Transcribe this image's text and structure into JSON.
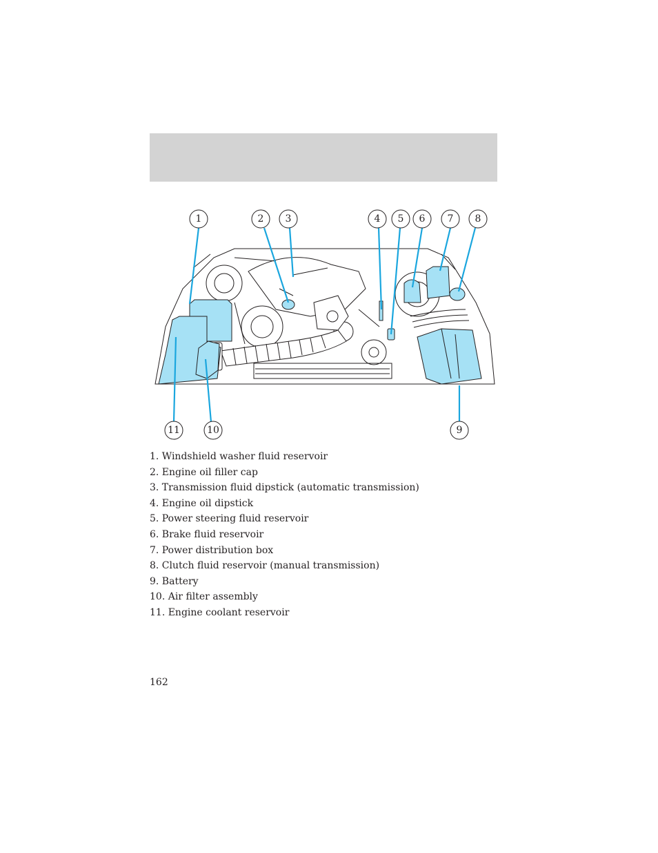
{
  "figure": {
    "callouts": [
      "1",
      "2",
      "3",
      "4",
      "5",
      "6",
      "7",
      "8",
      "9",
      "10",
      "11"
    ],
    "highlight_color": "#a6e1f5",
    "leader_color": "#1aa6de"
  },
  "legend": {
    "items": [
      "1. Windshield washer fluid reservoir",
      "2. Engine oil filler cap",
      "3. Transmission fluid dipstick (automatic transmission)",
      "4. Engine oil dipstick",
      "5. Power steering fluid reservoir",
      "6. Brake fluid reservoir",
      "7. Power distribution box",
      "8. Clutch fluid reservoir (manual transmission)",
      "9. Battery",
      "10. Air filter assembly",
      "11. Engine coolant reservoir"
    ]
  },
  "page": {
    "number": "162"
  }
}
